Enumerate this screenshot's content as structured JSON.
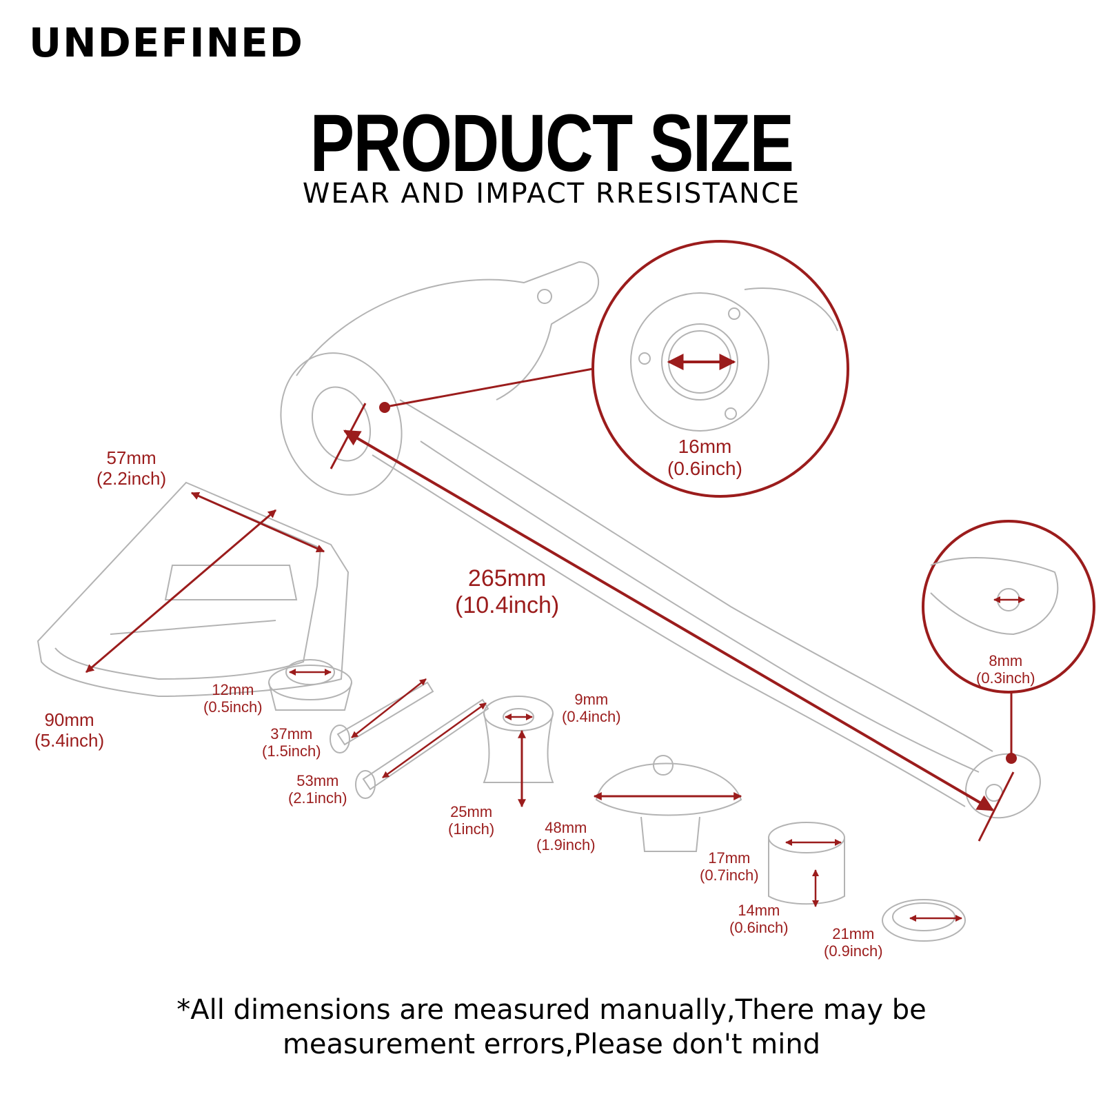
{
  "brand": "UNDEFINED",
  "title": "PRODUCT SIZE",
  "subtitle": "WEAR AND IMPACT RRESISTANCE",
  "note_line1": "*All dimensions are measured manually,There may be",
  "note_line2": "measurement errors,Please don't mind",
  "colors": {
    "accent": "#9b1c1c",
    "line": "#b8b8b8",
    "text": "#000000"
  },
  "dimensions": {
    "lever_length": {
      "mm": "265mm",
      "inch": "(10.4inch)"
    },
    "pivot_bore": {
      "mm": "16mm",
      "inch": "(0.6inch)"
    },
    "tip_hole": {
      "mm": "8mm",
      "inch": "(0.3inch)"
    },
    "peg_width": {
      "mm": "57mm",
      "inch": "(2.2inch)"
    },
    "peg_length": {
      "mm": "90mm",
      "inch": "(5.4inch)"
    },
    "nut": {
      "mm": "12mm",
      "inch": "(0.5inch)"
    },
    "bolt_short": {
      "mm": "37mm",
      "inch": "(1.5inch)"
    },
    "bolt_long": {
      "mm": "53mm",
      "inch": "(2.1inch)"
    },
    "spacer_top": {
      "mm": "9mm",
      "inch": "(0.4inch)"
    },
    "spacer_height": {
      "mm": "25mm",
      "inch": "(1inch)"
    },
    "cap": {
      "mm": "48mm",
      "inch": "(1.9inch)"
    },
    "bushing_dia": {
      "mm": "17mm",
      "inch": "(0.7inch)"
    },
    "bushing_height": {
      "mm": "14mm",
      "inch": "(0.6inch)"
    },
    "washer": {
      "mm": "21mm",
      "inch": "(0.9inch)"
    }
  }
}
